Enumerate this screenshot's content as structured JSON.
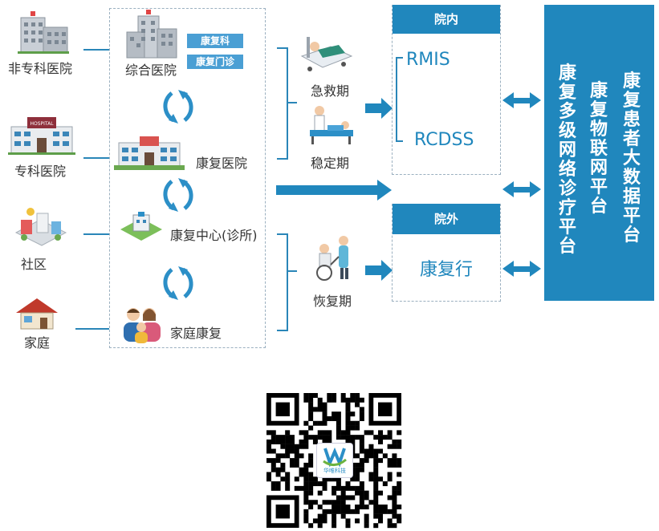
{
  "left_places": {
    "non_specialty_hospital": "非专科医院",
    "specialty_hospital": "专科医院",
    "community": "社区",
    "home": "家庭"
  },
  "middle": {
    "general_hospital": "综合医院",
    "rehab_dept": "康复科",
    "rehab_clinic": "康复门诊",
    "rehab_hospital": "康复医院",
    "rehab_center": "康复中心(诊所)",
    "home_rehab": "家庭康复"
  },
  "stages": {
    "emergency": "急救期",
    "stable": "稳定期",
    "recovery": "恢复期"
  },
  "inpatient": {
    "header": "院内",
    "item1": "RMIS",
    "item2": "RCDSS"
  },
  "outpatient": {
    "header": "院外",
    "item1": "康复行"
  },
  "platform": {
    "col1": [
      "康",
      "复",
      "多",
      "级",
      "网",
      "络",
      "诊",
      "疗",
      "平",
      "台"
    ],
    "col2": [
      "康",
      "复",
      "物",
      "联",
      "网",
      "平",
      "台"
    ],
    "col3": [
      "康",
      "复",
      "患",
      "者",
      "大",
      "数",
      "据",
      "平",
      "台"
    ]
  },
  "qr": {
    "logo_text": "华唯科技"
  },
  "colors": {
    "primary": "#2087bd",
    "chip": "#4a9fd4",
    "dashed": "#9bb0c0"
  }
}
